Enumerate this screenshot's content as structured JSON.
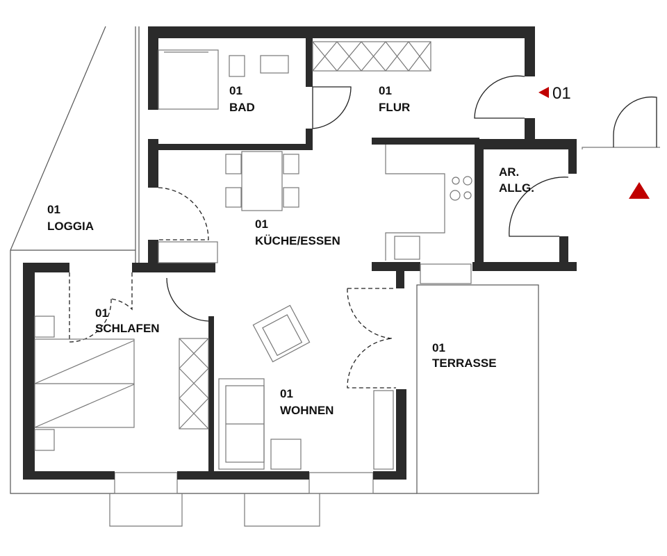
{
  "plan": {
    "accent_color": "#c00000",
    "rooms": {
      "bad": {
        "number": "01",
        "name": "BAD"
      },
      "flur": {
        "number": "01",
        "name": "FLUR"
      },
      "abstellraum": {
        "number": "AR.",
        "name": "ALLG."
      },
      "loggia": {
        "number": "01",
        "name": "LOGGIA"
      },
      "kueche": {
        "number": "01",
        "name": "KÜCHE/ESSEN"
      },
      "schlafen": {
        "number": "01",
        "name": "SCHLAFEN"
      },
      "terrasse": {
        "number": "01",
        "name": "TERRASSE"
      },
      "wohnen": {
        "number": "01",
        "name": "WOHNEN"
      }
    },
    "entrance": {
      "label": "01"
    }
  }
}
